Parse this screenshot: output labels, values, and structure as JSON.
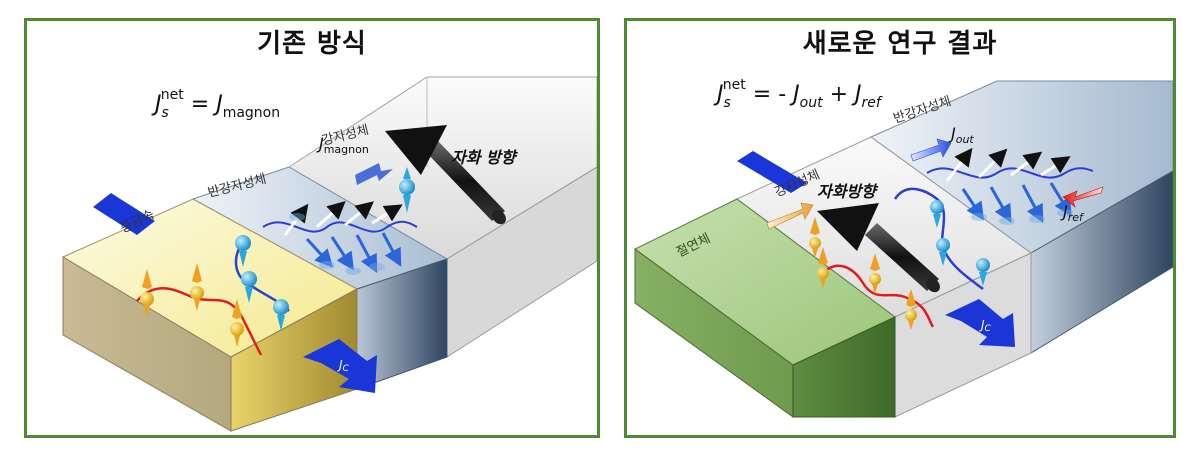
{
  "left": {
    "title": "기존 방식",
    "equation": {
      "lhs": "J",
      "sub": "s",
      "sup": "net",
      "eq": " = ",
      "rhs": "J",
      "rhs_sub": "magnon"
    },
    "labels": {
      "heavy_metal": "중금속",
      "antiferro": "반강자성체",
      "ferro": "강자성체",
      "magnetization": "자화 방향",
      "jmagnon": "J",
      "jmagnon_sub": "magnon",
      "jc": "J",
      "jc_sub": "C"
    }
  },
  "right": {
    "title": "새로운 연구 결과",
    "equation": {
      "lhs": "J",
      "sub": "s",
      "sup": "net",
      "eq": " = - ",
      "t1": "J",
      "t1_sub": "out",
      "plus": " + ",
      "t2": "J",
      "t2_sub": "ref"
    },
    "labels": {
      "insulator": "절연체",
      "ferro": "강자성체",
      "antiferro": "반강자성체",
      "magnetization": "자화방향",
      "jout": "J",
      "jout_sub": "out",
      "jref": "J",
      "jref_sub": "ref",
      "jc": "J",
      "jc_sub": "C"
    }
  },
  "colors": {
    "frame": "#4e8a32",
    "heavy_metal": "#f3ec9a",
    "insulator": "#8db86b",
    "antiferro": "#9cb3cc",
    "spin_orange": "#f0a020",
    "spin_blue": "#2aa7df",
    "current": "#1a36d8",
    "magnon_wave": "#2b3fd0",
    "spin_wave_red": "#e21c1c"
  }
}
